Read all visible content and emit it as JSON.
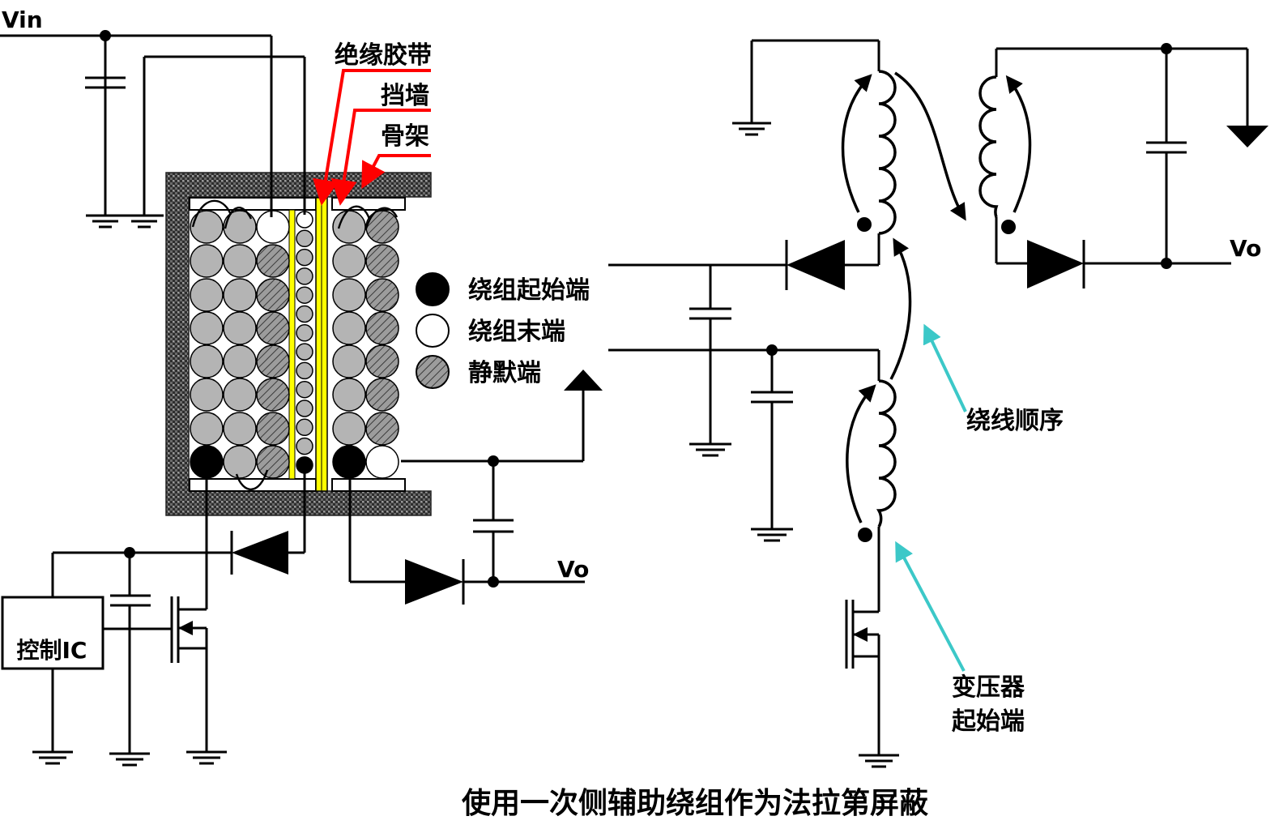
{
  "labels": {
    "vin": "Vin",
    "vo_left": "Vo",
    "vo_right": "Vo",
    "control_ic": "控制IC",
    "tape": "绝缘胶带",
    "margin_wall": "挡墙",
    "bobbin": "骨架",
    "winding_order": "绕线顺序",
    "transformer_start_1": "变压器",
    "transformer_start_2": "起始端",
    "caption": "使用一次侧辅助绕组作为法拉第屏蔽"
  },
  "legend": [
    {
      "label": "绕组起始端",
      "fill": "#000000"
    },
    {
      "label": "绕组末端",
      "fill": "#ffffff"
    },
    {
      "label": "静默端",
      "fill": "#b4b4b4"
    }
  ],
  "colors": {
    "pointer_red": "#ff0000",
    "pointer_cyan": "#3cc8c8",
    "insulation_tape": "#ffff00",
    "core": "#555555",
    "wire_gray": "#b4b4b4"
  }
}
